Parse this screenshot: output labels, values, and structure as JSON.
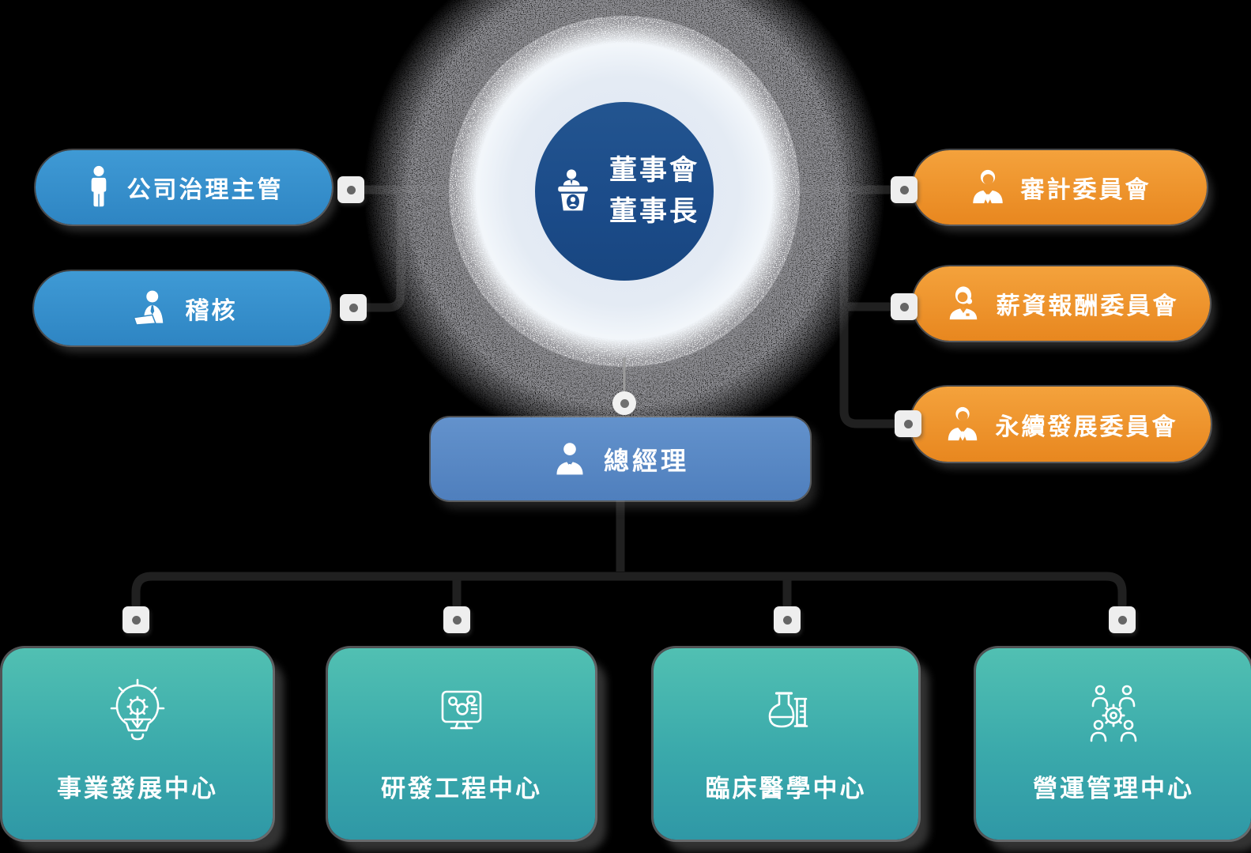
{
  "chairman": {
    "line1": "董事會",
    "line2": "董事長",
    "icon": "podium-icon"
  },
  "left_branch": {
    "governance": {
      "label": "公司治理主管",
      "icon": "person-icon"
    },
    "audit_office": {
      "label": "稽核",
      "icon": "auditor-icon"
    }
  },
  "committees": [
    {
      "label": "審計委員會",
      "icon": "businessman-icon"
    },
    {
      "label": "薪資報酬委員會",
      "icon": "businesswoman-icon"
    },
    {
      "label": "永續發展委員會",
      "icon": "businessman-icon"
    }
  ],
  "general_manager": {
    "label": "總經理",
    "icon": "manager-icon"
  },
  "centers": [
    {
      "label": "事業發展中心",
      "icon": "idea-gear-icon"
    },
    {
      "label": "研發工程中心",
      "icon": "monitor-molecule-icon"
    },
    {
      "label": "臨床醫學中心",
      "icon": "flask-icon"
    },
    {
      "label": "營運管理中心",
      "icon": "team-gear-icon"
    }
  ],
  "colors": {
    "background": "#000000",
    "branch_blue": "#3493cf",
    "manager_blue": "#5887c2",
    "committee_orange": "#ef9733",
    "chairman_navy": "#1b4c8c",
    "center_teal_top": "#51c0b2",
    "center_teal_bottom": "#2f98a6",
    "connector_line": "#202020",
    "node_dot": "#666666"
  }
}
